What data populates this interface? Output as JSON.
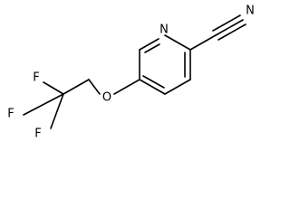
{
  "molecule": {
    "atoms": {
      "ring_n": "N",
      "nitrile_n": "N",
      "ether_o": "O",
      "f_top": "F",
      "f_left": "F",
      "f_bottom": "F"
    }
  },
  "colors": {
    "bond": "#000000",
    "label": "#000000",
    "background": "#ffffff"
  }
}
